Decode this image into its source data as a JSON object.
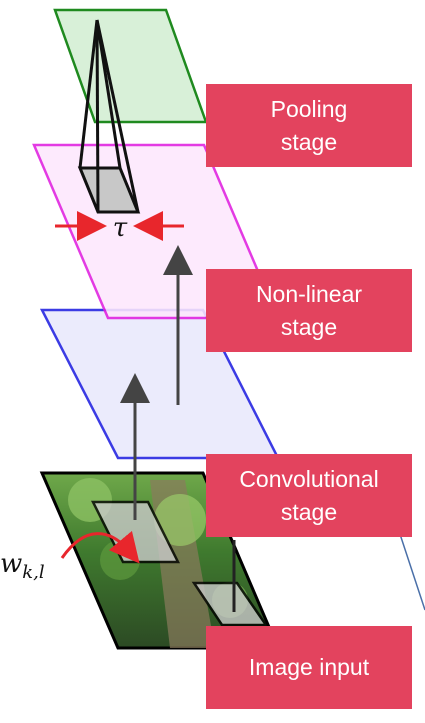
{
  "stages": {
    "pooling": "Pooling\nstage",
    "nonlinear": "Non-linear\nstage",
    "convolutional": "Convolutional\nstage",
    "input": "Image input"
  },
  "symbols": {
    "tau": "τ",
    "weight_main": "w",
    "weight_sub": "k,l"
  },
  "colors": {
    "label_bg": "#e3435e",
    "pooling_edge": "#1f8a1f",
    "pooling_fill": "#d8f0d8",
    "nonlinear_edge": "#e020e0",
    "nonlinear_fill": "#fde8fd",
    "conv_edge": "#1a1ae0",
    "conv_fill": "#e8e8fc",
    "arrow_red": "#e8262c"
  }
}
